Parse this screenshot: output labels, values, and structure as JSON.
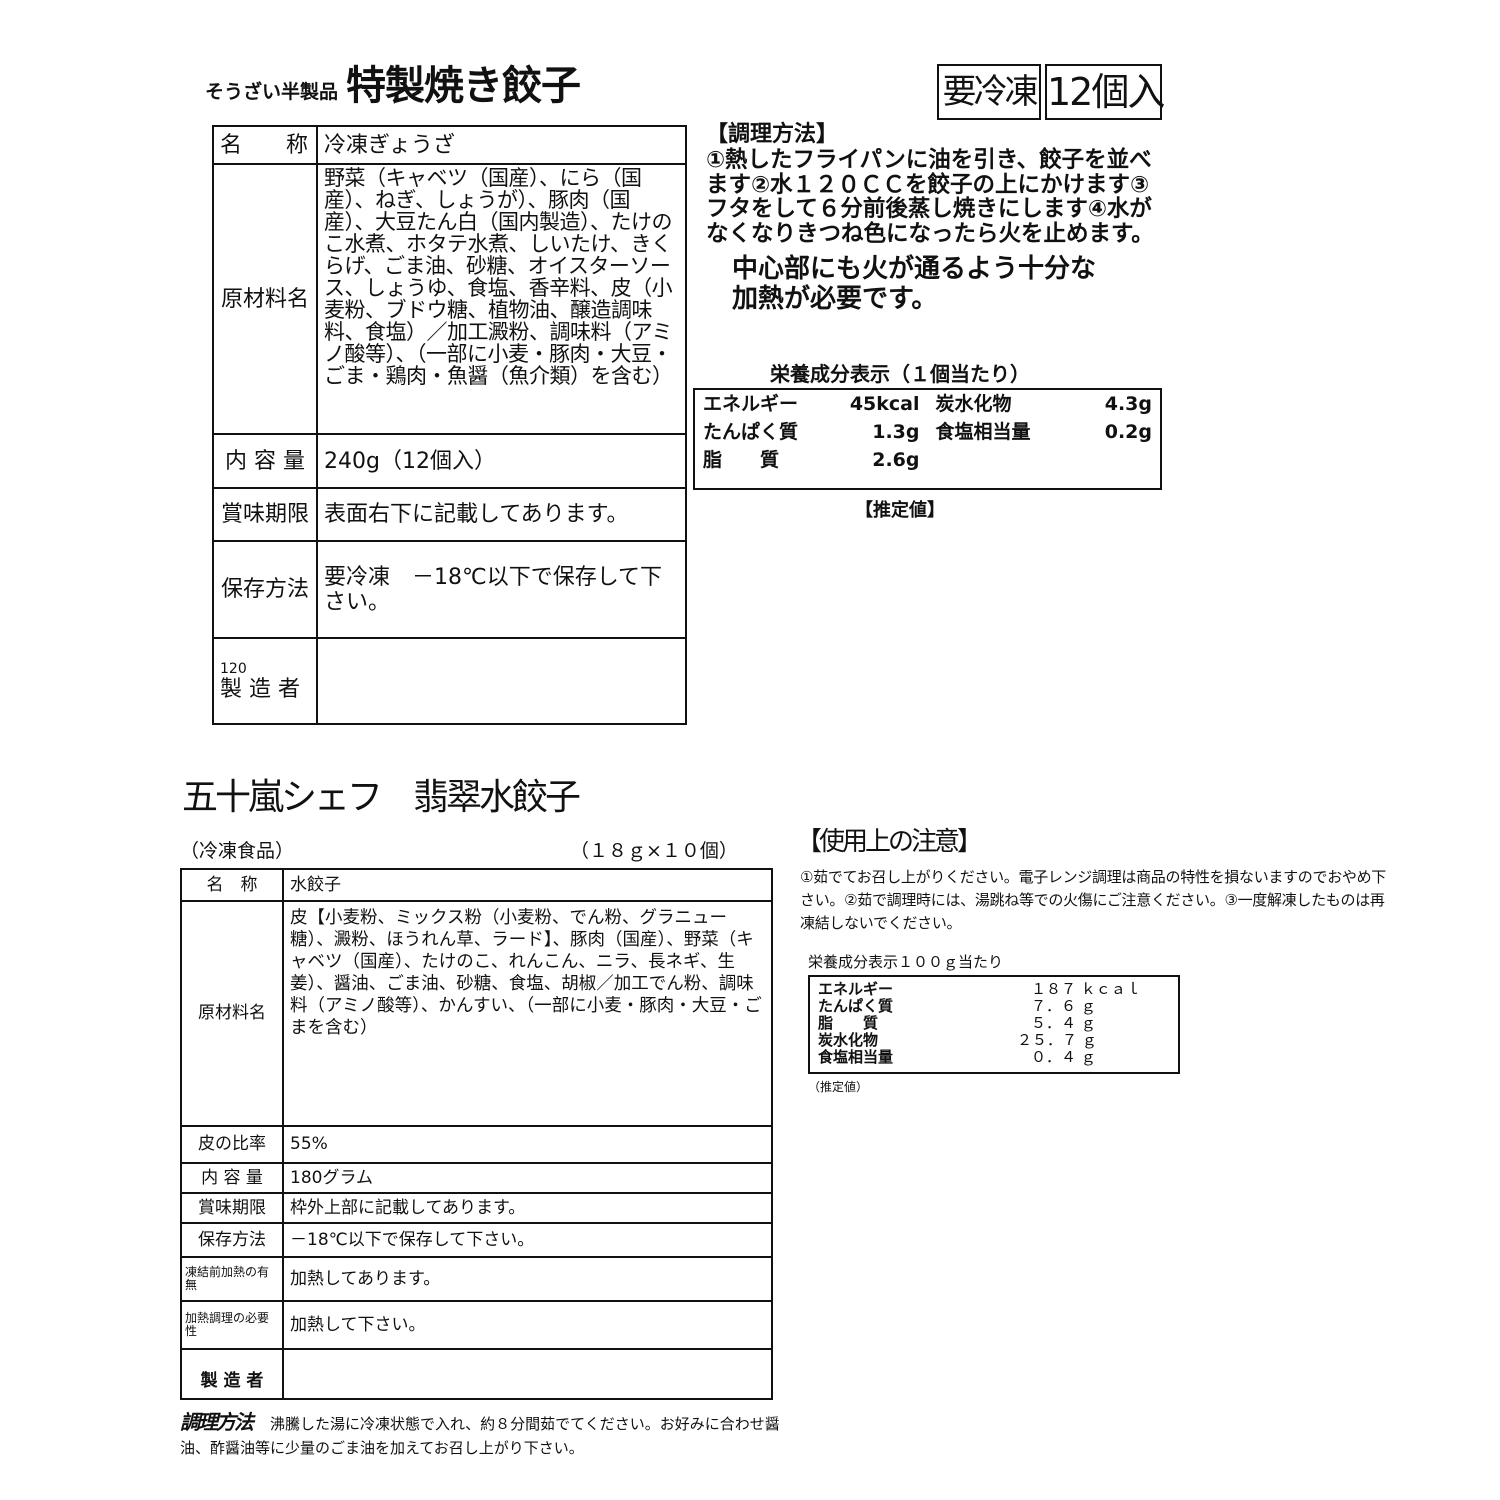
{
  "product1": {
    "subtitle": "そうざい半製品",
    "title": "特製焼き餃子",
    "badge_frozen": "要冷凍",
    "badge_count": "12個入",
    "table": [
      {
        "label": "名　　称",
        "value": "冷凍ぎょうざ"
      },
      {
        "label": "原材料名",
        "value": "野菜（キャベツ（国産）、にら（国産）、ねぎ、しょうが）、豚肉（国産）、大豆たん白（国内製造）、たけのこ水煮、ホタテ水煮、しいたけ、きくらげ、ごま油、砂糖、オイスターソース、しょうゆ、食塩、香辛料、皮（小麦粉、ブドウ糖、植物油、醸造調味料、食塩）／加工澱粉、調味料（アミノ酸等）、（一部に小麦・豚肉・大豆・ごま・鶏肉・魚醤（魚介類）を含む）"
      },
      {
        "label": "内 容 量",
        "value": "240g（12個入）"
      },
      {
        "label": "賞味期限",
        "value": "表面右下に記載してあります。"
      },
      {
        "label": "保存方法",
        "value": "要冷凍　－18℃以下で保存して下さい。"
      },
      {
        "label": "製 造 者",
        "label_note": "120",
        "value": ""
      }
    ],
    "cooking_heading": "【調理方法】",
    "cooking_text": "①熱したフライパンに油を引き、餃子を並べます②水１２０ＣＣを餃子の上にかけます③フタをして６分前後蒸し焼きにします④水がなくなりきつね色になったら火を止めます。",
    "warning": "中心部にも火が通るよう十分な加熱が必要です。",
    "nutrition_title": "栄養成分表示（１個当たり）",
    "nutrition": [
      {
        "name": "エネルギー",
        "value": "45kcal",
        "name2": "炭水化物",
        "value2": "4.3g"
      },
      {
        "name": "たんぱく質",
        "value": "1.3g",
        "name2": "食塩相当量",
        "value2": "0.2g"
      },
      {
        "name": "脂　　質",
        "value": "2.6g",
        "name2": "",
        "value2": ""
      }
    ],
    "nutrition_note": "【推定値】"
  },
  "product2": {
    "title": "五十嵐シェフ　翡翠水餃子",
    "category": "（冷凍食品）",
    "quantity": "（１８ｇ×１０個）",
    "table": [
      {
        "label": "名　称",
        "value": "水餃子"
      },
      {
        "label": "原材料名",
        "value": "皮【小麦粉、ミックス粉（小麦粉、でん粉、グラニュー糖）、澱粉、ほうれん草、ラード】、豚肉（国産）、野菜（キャベツ（国産）、たけのこ、れんこん、ニラ、長ネギ、生姜）、醤油、ごま油、砂糖、食塩、胡椒／加工でん粉、調味料（アミノ酸等）、かんすい、（一部に小麦・豚肉・大豆・ごまを含む）"
      },
      {
        "label": "皮の比率",
        "value": "55%"
      },
      {
        "label": "内 容 量",
        "value": "180グラム"
      },
      {
        "label": "賞味期限",
        "value": "枠外上部に記載してあります。"
      },
      {
        "label": "保存方法",
        "value": "－18℃以下で保存して下さい。"
      },
      {
        "label": "凍結前加熱の有無",
        "value": "加熱してあります。"
      },
      {
        "label": "加熱調理の必要性",
        "value": "加熱して下さい。"
      },
      {
        "label": "製 造 者",
        "value": ""
      }
    ],
    "cooking_heading": "調理方法",
    "cooking_text": "沸騰した湯に冷凍状態で入れ、約８分間茹でてください。お好みに合わせ醤油、酢醤油等に少量のごま油を加えてお召し上がり下さい。",
    "caution_heading": "【使用上の注意】",
    "caution_text": "①茹でてお召し上がりください。電子レンジ調理は商品の特性を損ないますのでおやめ下さい。②茹で調理時には、湯跳ね等での火傷にご注意ください。③一度解凍したものは再凍結しないでください。",
    "nutrition_title": "栄養成分表示１００ｇ当たり",
    "nutrition": [
      {
        "name": "エネルギー",
        "value": "１８７ ｋｃａｌ"
      },
      {
        "name": "たんぱく質",
        "value": "７．６ ｇ"
      },
      {
        "name": "脂　　質",
        "value": "５．４ ｇ"
      },
      {
        "name": "炭水化物",
        "value": "２５．７ ｇ"
      },
      {
        "name": "食塩相当量",
        "value": "０．４ ｇ"
      }
    ],
    "nutrition_note": "（推定値）"
  }
}
